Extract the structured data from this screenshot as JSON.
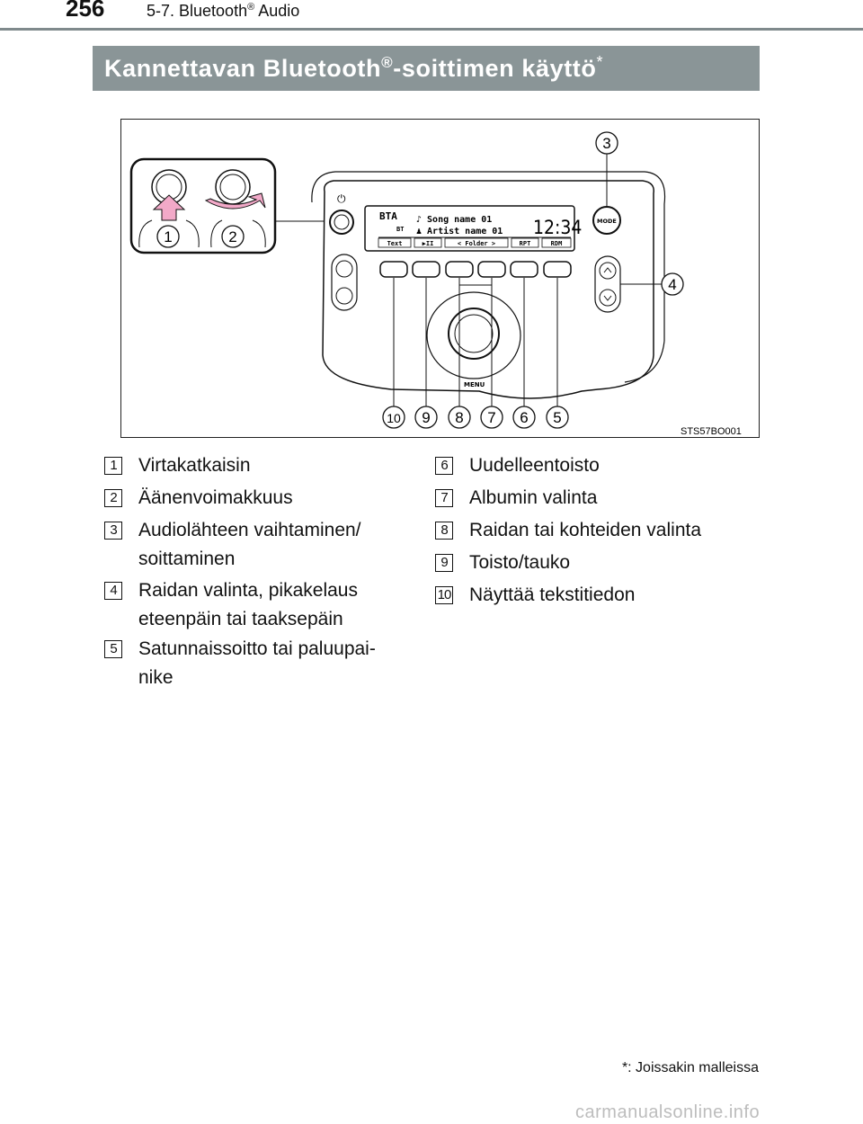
{
  "header": {
    "page_number": "256",
    "section_prefix": "5-7. Bluetooth",
    "section_reg": "®",
    "section_suffix": " Audio"
  },
  "title": {
    "main": "Kannettavan Bluetooth",
    "reg": "®",
    "rest": "-soittimen käyttö",
    "star": "*"
  },
  "figure": {
    "code": "STS57BO001",
    "display": {
      "source": "BTA",
      "bt": "BT",
      "song": "♪ Song name 01",
      "artist": "♟ Artist name 01",
      "clock": "12:34",
      "softkeys": [
        "Text",
        "▶II",
        "< Folder >",
        "RPT",
        "RDM"
      ]
    },
    "mode_label": "MODE",
    "menu_label": "MENU",
    "power_symbol": "⏻",
    "callouts": [
      "1",
      "2",
      "3",
      "4",
      "10",
      "9",
      "8",
      "7",
      "6",
      "5"
    ]
  },
  "legend": {
    "left": [
      {
        "num": "1",
        "text": "Virtakatkaisin"
      },
      {
        "num": "2",
        "text": "Äänenvoimakkuus"
      },
      {
        "num": "3",
        "text": "Audiolähteen vaihtaminen/ soittaminen"
      },
      {
        "num": "4",
        "text": "Raidan valinta, pikakelaus eteenpäin tai taaksepäin"
      },
      {
        "num": "5",
        "text": "Satunnaissoitto tai paluupai-nike"
      }
    ],
    "right": [
      {
        "num": "6",
        "text": "Uudelleentoisto"
      },
      {
        "num": "7",
        "text": "Albumin valinta"
      },
      {
        "num": "8",
        "text": "Raidan tai kohteiden valinta"
      },
      {
        "num": "9",
        "text": "Toisto/tauko"
      },
      {
        "num": "10",
        "text": "Näyttää tekstitiedon"
      }
    ]
  },
  "footnote": "*: Joissakin malleissa",
  "watermark": "carmanualsonline.info"
}
